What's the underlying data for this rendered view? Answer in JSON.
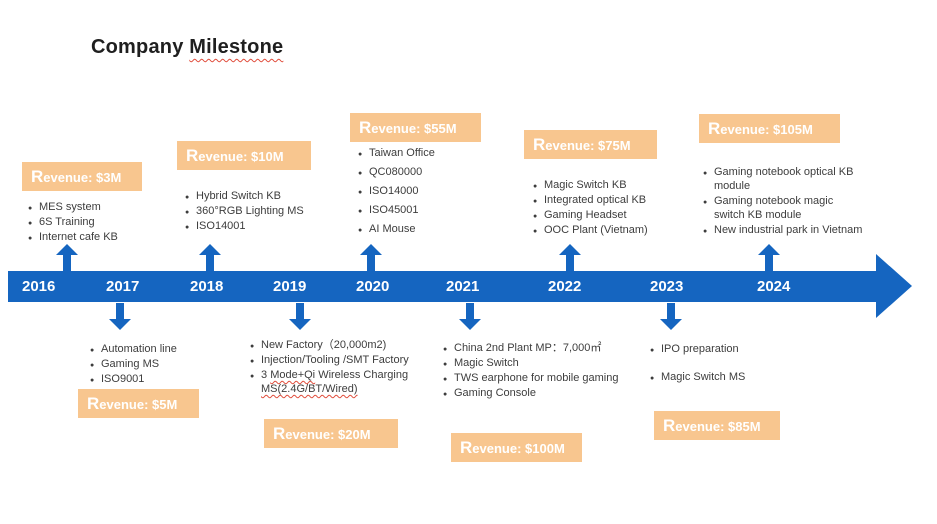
{
  "title": {
    "part1": "Company ",
    "part2": "Milestone"
  },
  "colors": {
    "timeline_blue": "#1565C0",
    "revenue_orange": "#F8C68F",
    "revenue_text": "#FFFFFF",
    "body_text": "#3D3D3D",
    "spellcheck_red": "#E04B3A"
  },
  "timeline": {
    "years": [
      "2016",
      "2017",
      "2018",
      "2019",
      "2020",
      "2021",
      "2022",
      "2023",
      "2024"
    ]
  },
  "groups": {
    "y2016": {
      "revenue": "Revenue: $3M",
      "items": [
        "MES system",
        "6S Training",
        "Internet cafe KB"
      ]
    },
    "y2017": {
      "revenue": "Revenue: $5M",
      "items": [
        "Automation line",
        "Gaming MS",
        "ISO9001"
      ]
    },
    "y2018": {
      "revenue": "Revenue: $10M",
      "items": [
        "Hybrid Switch KB",
        "360°RGB Lighting MS",
        "ISO14001"
      ]
    },
    "y2019": {
      "revenue": "Revenue: $20M",
      "items": [
        "New Factory（20,000m2)",
        "Injection/Tooling /SMT Factory"
      ],
      "item3": {
        "a": "3 ",
        "b": "Mode+Qi",
        "c": " Wireless Charging ",
        "d": "MS(2.4G/BT/Wired)"
      }
    },
    "y2020": {
      "revenue": "Revenue: $55M",
      "items": [
        "Taiwan Office",
        "QC080000",
        "ISO14000",
        "ISO45001",
        "AI Mouse"
      ]
    },
    "y2021": {
      "revenue": "Revenue: $100M",
      "items": [
        "China 2nd Plant MP：7,000㎡",
        "Magic Switch",
        "TWS earphone for mobile gaming",
        "Gaming Console"
      ]
    },
    "y2022": {
      "revenue": "Revenue: $75M",
      "items": [
        "Magic Switch KB",
        "Integrated optical KB",
        "Gaming Headset",
        "OOC Plant (Vietnam)"
      ]
    },
    "y2023": {
      "revenue": "Revenue: $85M",
      "items": [
        "IPO preparation",
        "Magic Switch MS"
      ]
    },
    "y2024": {
      "revenue": "Revenue: $105M",
      "items": [
        "Gaming notebook optical KB module",
        "Gaming notebook magic switch KB module",
        "New industrial park in Vietnam"
      ]
    }
  }
}
